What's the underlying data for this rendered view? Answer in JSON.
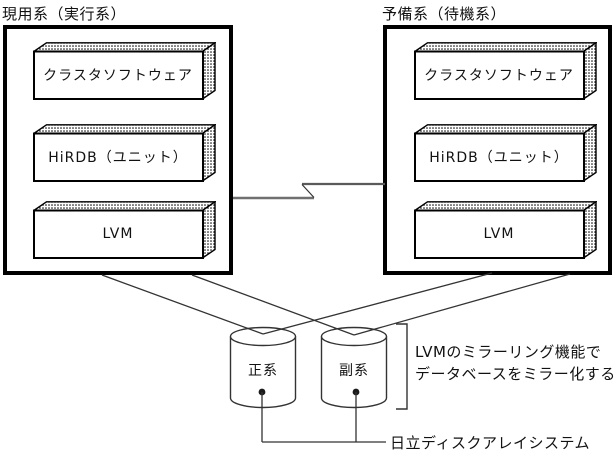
{
  "canvas": {
    "background": "#ffffff",
    "line_color": "#333333",
    "connector_color": "#707070",
    "box_border_color": "#000000"
  },
  "servers": [
    {
      "title": "現用系（実行系）",
      "components": [
        "クラスタソフトウェア",
        "HiRDB（ユニット）",
        "LVM"
      ]
    },
    {
      "title": "予備系（待機系）",
      "components": [
        "クラスタソフトウェア",
        "HiRDB（ユニット）",
        "LVM"
      ]
    }
  ],
  "disks": [
    {
      "label": "正系"
    },
    {
      "label": "副系"
    }
  ],
  "annotations": {
    "mirror_line1": "LVMのミラーリング機能で",
    "mirror_line2": "データベースをミラー化する",
    "disk_array": "日立ディスクアレイシステム"
  }
}
